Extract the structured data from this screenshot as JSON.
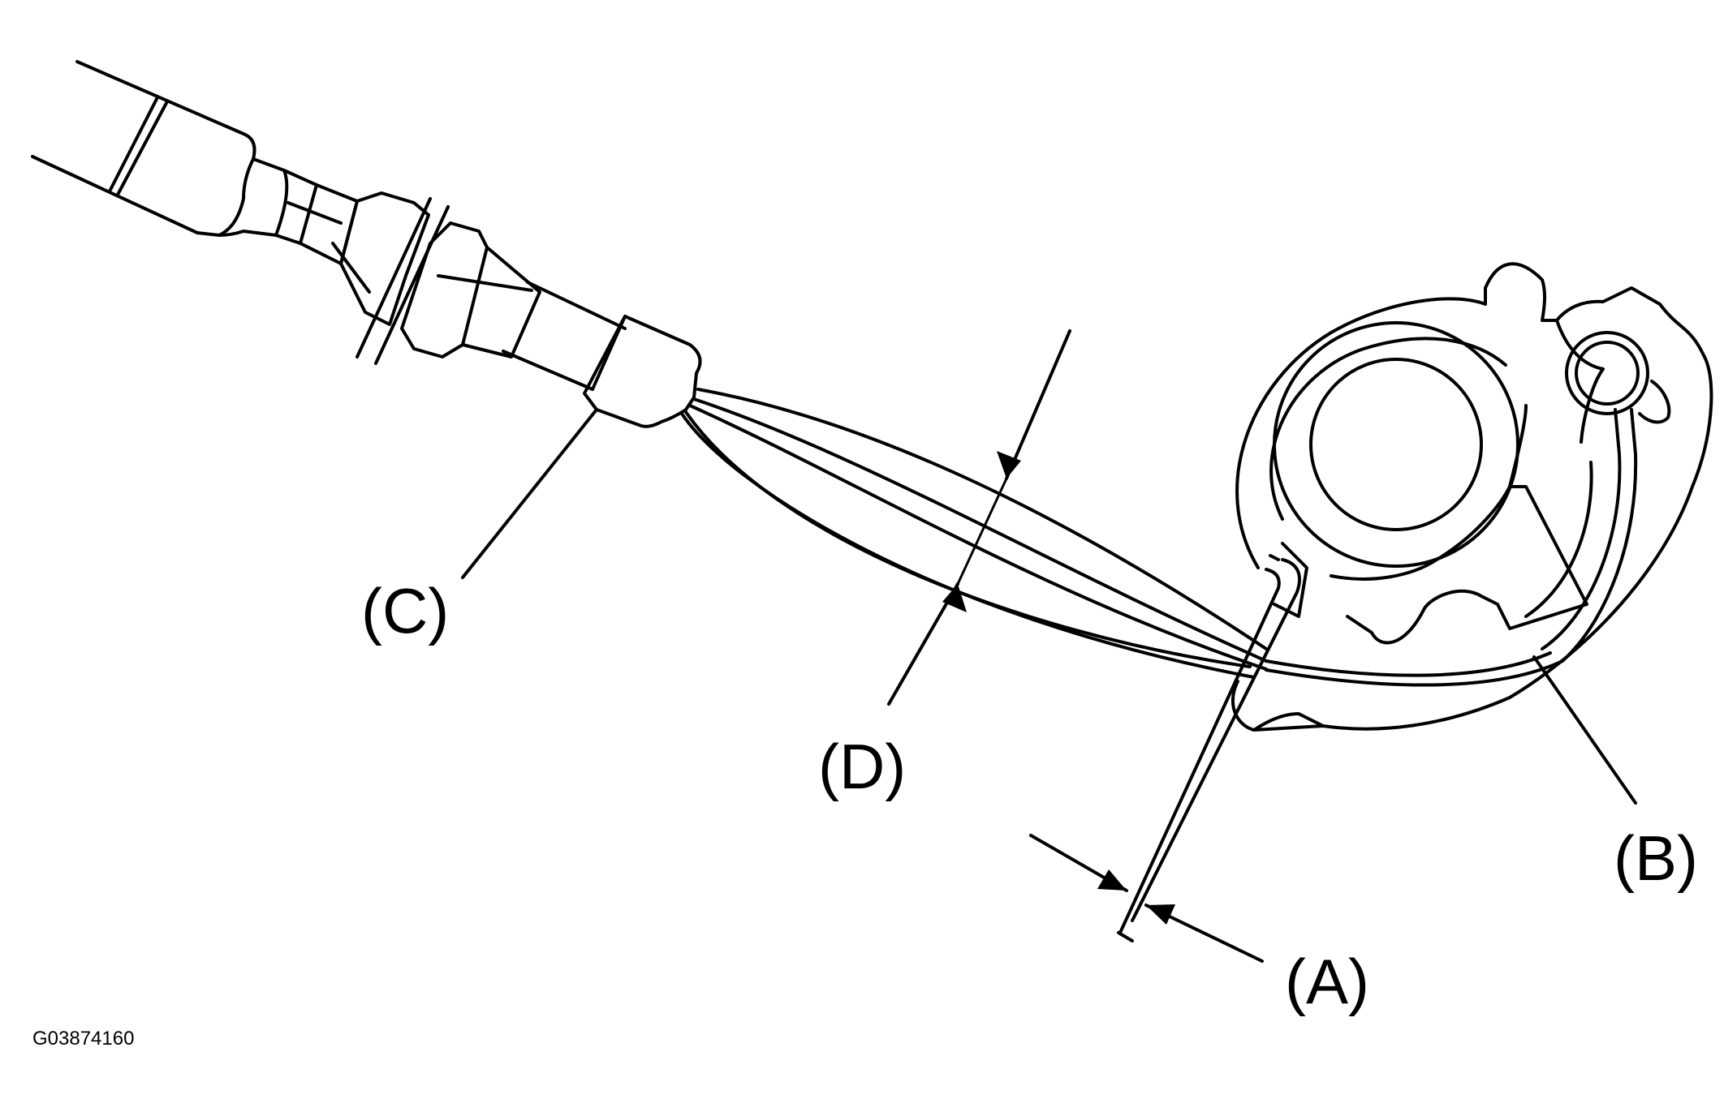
{
  "figure_id": "G03874160",
  "callouts": {
    "a": "(A)",
    "b": "(B)",
    "c": "(C)",
    "d": "(D)"
  },
  "colors": {
    "ink": "#000000",
    "background": "#ffffff"
  }
}
